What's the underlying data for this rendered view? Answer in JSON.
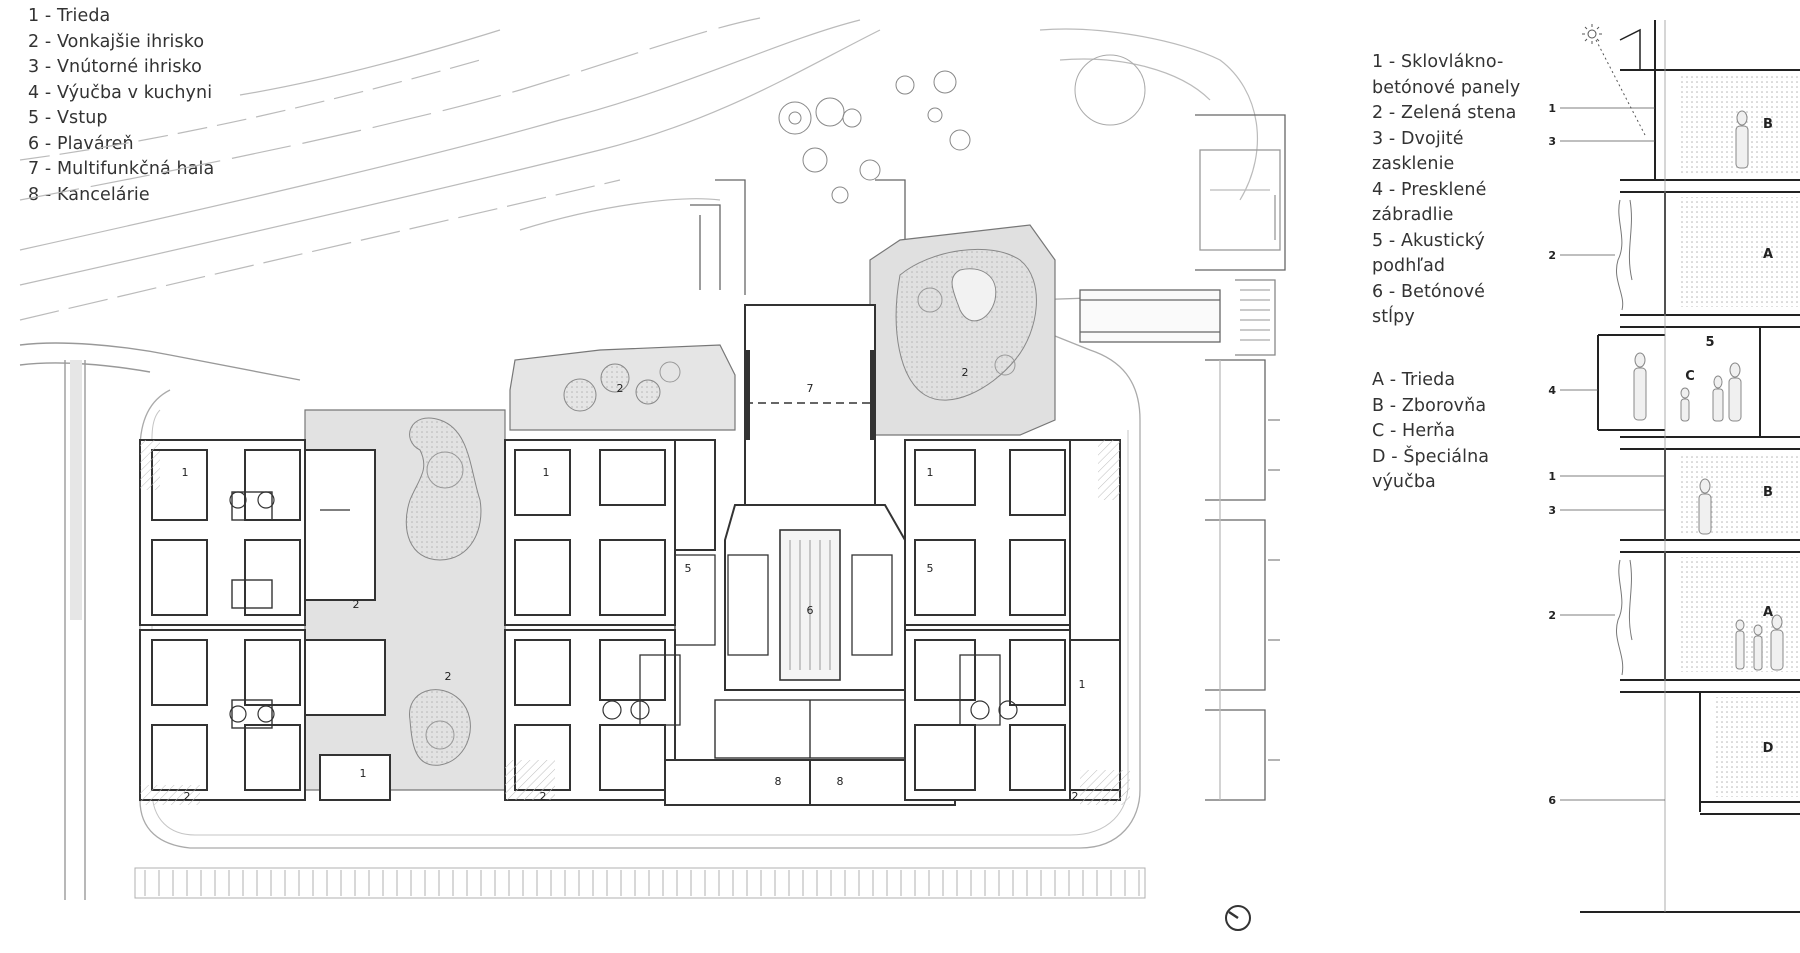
{
  "plan_legend": [
    "1 - Trieda",
    "2 - Vonkajšie ihrisko",
    "3 - Vnútorné ihrisko",
    "4 - Výučba v kuchyni",
    "5 - Vstup",
    "6 - Plaváreň",
    "7 - Multifunkčná hala",
    "8 - Kancelárie"
  ],
  "section_legend": [
    "1 - Sklovlákno-",
    "betónové panely",
    "2 - Zelená stena",
    "3 - Dvojité",
    "zasklenie",
    "4 - Presklené",
    "zábradlie",
    "5 - Akustický",
    "podhľad",
    "6 - Betónové",
    "stĺpy"
  ],
  "room_legend": [
    "A - Trieda",
    "B - Zborovňa",
    "C - Herňa",
    "D - Špeciálna",
    "výučba"
  ],
  "plan_labels": {
    "c1a": "1",
    "c1b": "1",
    "c1c": "1",
    "c1d": "1",
    "y2a": "2",
    "y2b": "2",
    "y2c": "2",
    "y2d": "2",
    "y2e": "2",
    "y2f": "2",
    "y2g": "2",
    "e5a": "5",
    "e5b": "5",
    "pool": "6",
    "hall": "7",
    "o8a": "8",
    "o8b": "8"
  },
  "section_labels": {
    "n1a": "1",
    "n3a": "3",
    "n2a": "2",
    "n4": "4",
    "n1b": "1",
    "n3b": "3",
    "n2b": "2",
    "n6": "6",
    "rB1": "B",
    "rA1": "A",
    "r5": "5",
    "rC": "C",
    "rB2": "B",
    "rA2": "A",
    "rD": "D"
  }
}
